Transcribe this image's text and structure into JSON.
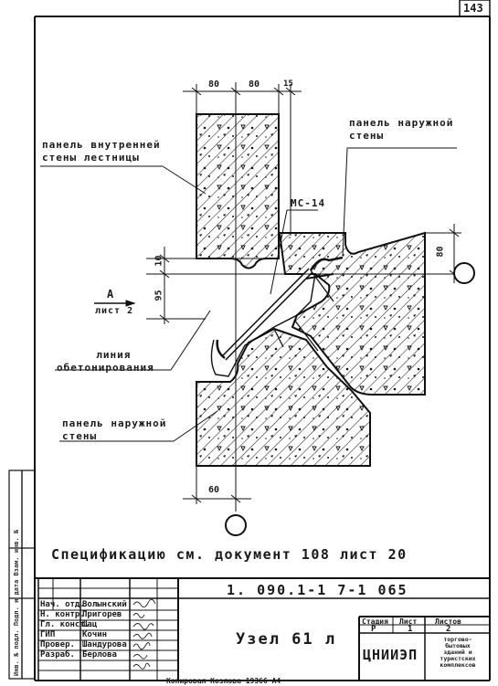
{
  "sheet": {
    "page_number": "143"
  },
  "dimensions": {
    "top": [
      "80",
      "80",
      "15"
    ],
    "right": "80",
    "left_10": "10",
    "left_95": "95",
    "bottom": "60"
  },
  "labels": {
    "inner_panel": [
      "панель внутренней",
      "стены лестницы"
    ],
    "outer_panel_top": [
      "панель наружной",
      "стены"
    ],
    "tie": "МС-14",
    "section_marker": "А",
    "section_sheet": "лист 2",
    "concreting_line": [
      "линия",
      "обетонирования"
    ],
    "outer_panel_bottom": [
      "панель наружной",
      "стены"
    ]
  },
  "spec_note": "Спецификацию см. документ 108 лист 20",
  "title_block": {
    "doc_code": "1. 090.1-1  7-1  065",
    "staff": [
      {
        "role": "Нач. отд.",
        "name": "Волынский"
      },
      {
        "role": "Н. контр.",
        "name": "Пригорев"
      },
      {
        "role": "Гл. конст.",
        "name": "Шац"
      },
      {
        "role": "ГИП",
        "name": "Кочин"
      },
      {
        "role": "Провер.",
        "name": "Шандурова"
      },
      {
        "role": "Разраб.",
        "name": "Берлова"
      }
    ],
    "node_title": "Узел 61 л",
    "stage_header": "Стадия",
    "sheet_header": "Лист",
    "sheets_header": "Листов",
    "stage": "Р",
    "sheet": "1",
    "sheets": "2",
    "org": "ЦНИИЭП",
    "org_detail": [
      "торгово-",
      "бытовых",
      "зданий и",
      "туристских",
      "комплексов"
    ]
  },
  "footer": "Копировал  Козлова    19366    А4",
  "margin_text": "Инв. № подл.  Подп. и дата  Взам. инв. №"
}
